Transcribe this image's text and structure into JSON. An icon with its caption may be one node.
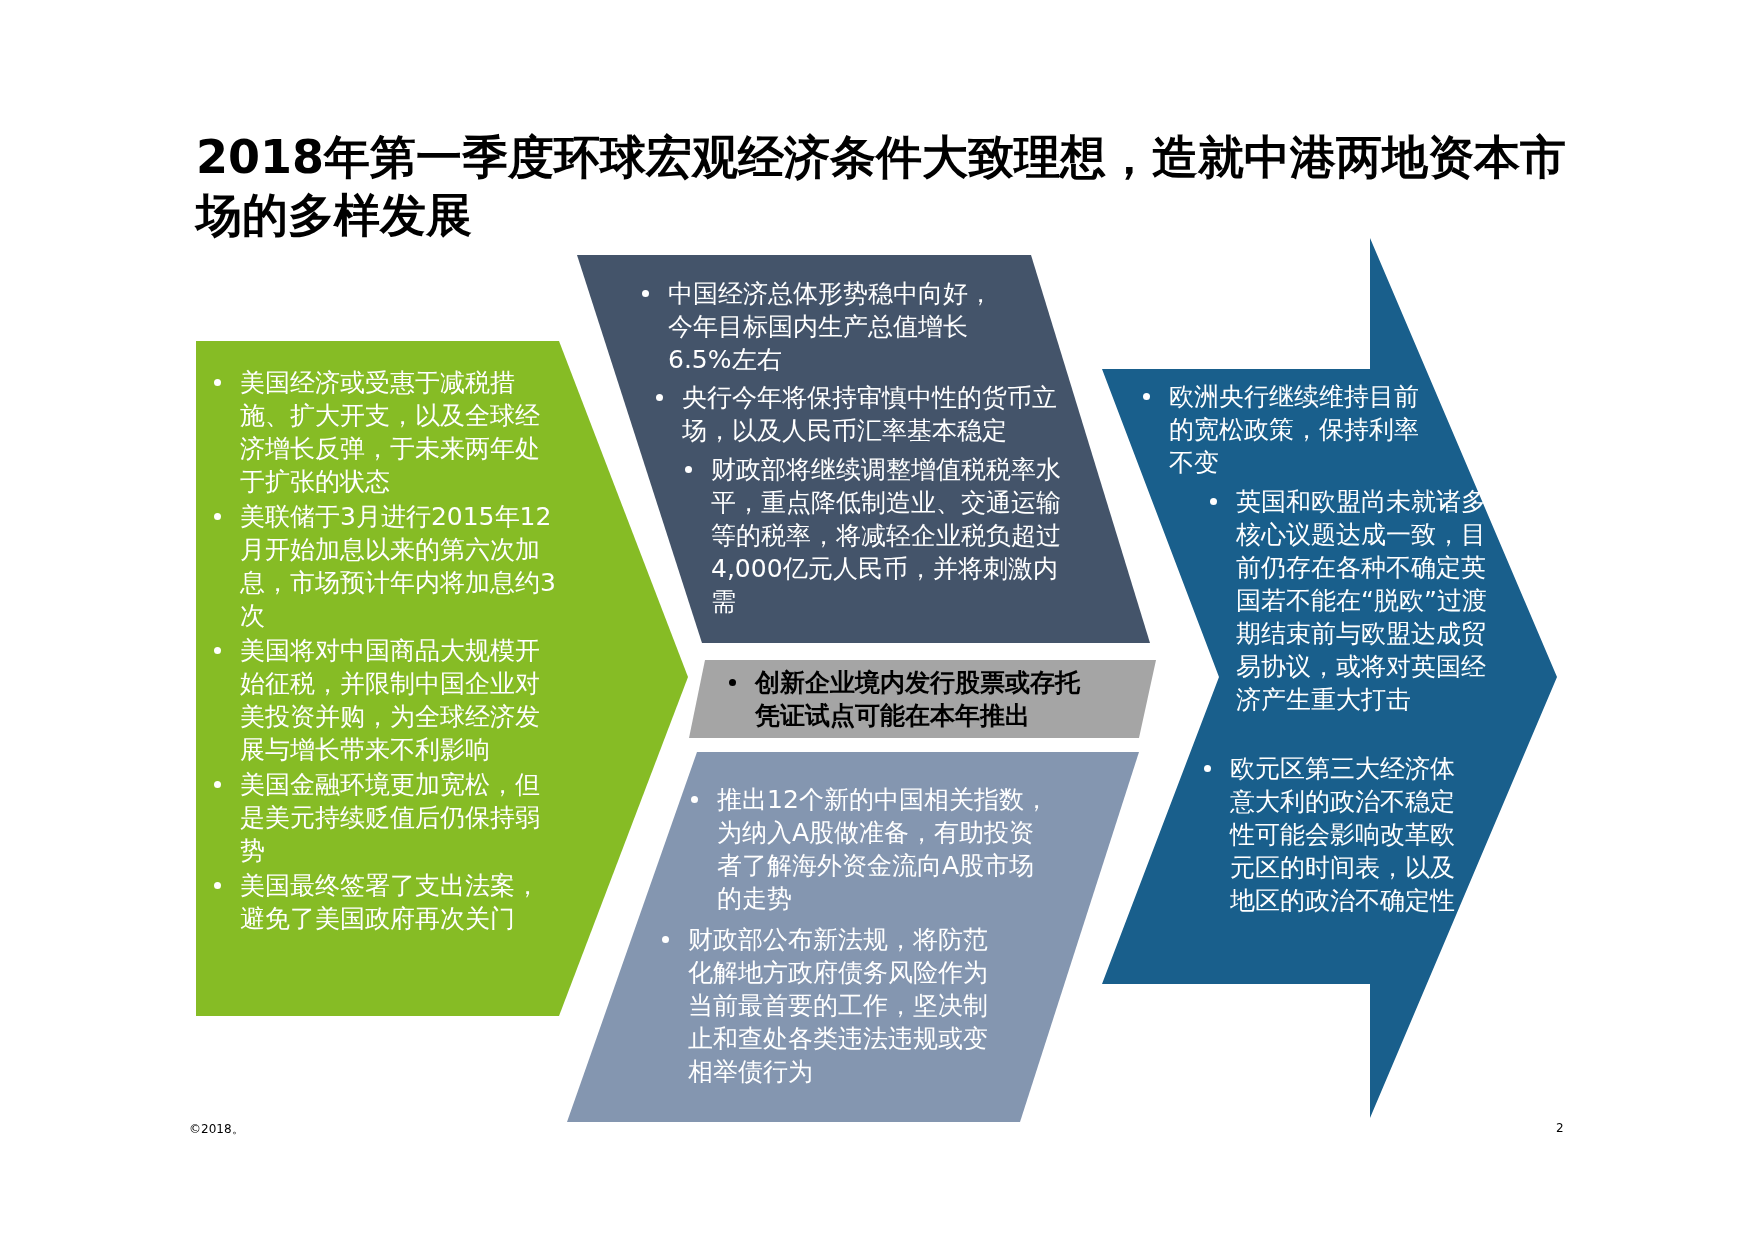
{
  "diagram": {
    "title": "2018年第一季度环球宏观经济条件大致理想，造就中港两地资本市场的多样发展",
    "nodes": [
      {
        "text": [
          "美国经济或受惠于减税措施、扩大开支，以及全球经济增长反弹，于未来两年处于扩张的状态",
          "美联储于3月进行2015年12月开始加息以来的第六次加息，市场预计年内将加息约3次",
          "美国将对中国商品大规模开始征税，并限制中国企业对美投资并购，为全球经济发展与增长带来不利影响",
          "美国金融环境更加宽松，但是美元持续贬值后仍保持弱势",
          "美国最终签署了支出法案，避免了美国政府再次关门"
        ]
      },
      {
        "text": [
          "中国经济总体形势稳中向好，今年目标国内生产总值增长6.5%左右",
          "央行今年将保持审慎中性的货币立场，以及人民币汇率基本稳定",
          "财政部将继续调整增值税税率水平，重点降低制造业、交通运输等的税率，将减轻企业税负超过4,000亿元人民币，并将刺激内需"
        ]
      },
      {
        "text": [
          "创新企业境内发行股票或存托凭证试点可能在本年推出"
        ]
      },
      {
        "text": [
          "推出12个新的中国相关指数，为纳入A股做准备，有助投资者了解海外资金流向A股市场的走势",
          "财政部公布新法规，将防范化解地方政府债务风险作为当前最首要的工作，坚决制止和查处各类违法违规或变相举债行为"
        ]
      },
      {
        "text": [
          "欧洲央行继续维持目前的宽松政策，保持利率不变",
          "英国和欧盟尚未就诸多核心议题达成一致，目前仍存在各种不确定英国若不能在“脱欧”过渡期结束前与欧盟达成贸易协议，或将对英国经济产生重大打击",
          "欧元区第三大经济体意大利的政治不稳定性可能会影响改革欧元区的时间表，以及地区的政治不确定性"
        ]
      }
    ],
    "labels": [
      "©2018。",
      "2"
    ]
  }
}
